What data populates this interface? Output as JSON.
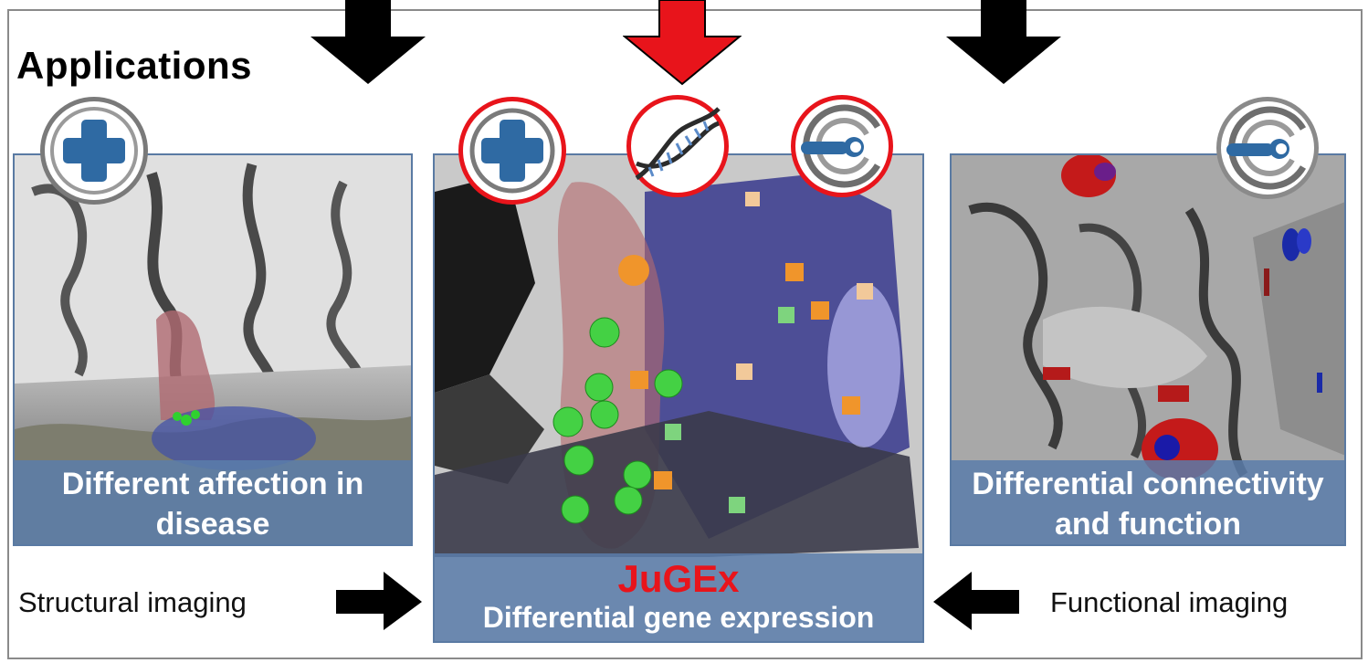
{
  "title": "Applications",
  "panels": {
    "left": {
      "caption_line1": "Different affection in",
      "caption_line2": "disease"
    },
    "center": {
      "tool_name": "JuGEx",
      "caption": "Differential gene expression"
    },
    "right": {
      "caption_line1": "Differential connectivity",
      "caption_line2": "and function"
    }
  },
  "labels": {
    "structural": "Structural imaging",
    "functional": "Functional imaging"
  },
  "icons": {
    "left": [
      "medical-cross-icon"
    ],
    "center": [
      "medical-cross-icon",
      "dna-icon",
      "connectivity-icon"
    ],
    "right": [
      "connectivity-icon"
    ]
  },
  "colors": {
    "highlight_arrow": "#e8141b",
    "badge_ring_red": "#e8141b",
    "caption_band": "#5a7daa",
    "icon_blue": "#2f6aa3"
  }
}
